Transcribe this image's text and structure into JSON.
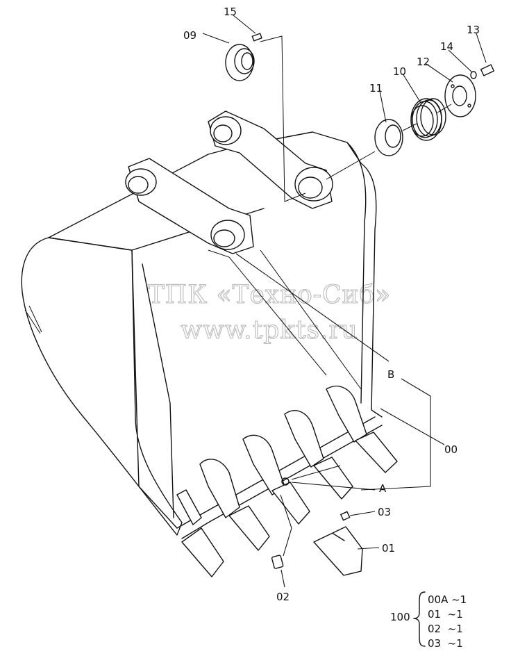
{
  "watermark": {
    "line1": "ТПК «Техно-Сиб»",
    "line2": "www.tpkts.ru"
  },
  "callouts": {
    "p15": "15",
    "p09": "09",
    "p13": "13",
    "p14": "14",
    "p12": "12",
    "p10": "10",
    "p11": "11",
    "pB": "B",
    "p00": "00",
    "pA": "A",
    "p03": "03",
    "p01": "01",
    "p02": "02"
  },
  "kit": {
    "number": "100",
    "items": [
      "00A ~1",
      "01  ~1",
      "02  ~1",
      "03  ~1"
    ]
  }
}
